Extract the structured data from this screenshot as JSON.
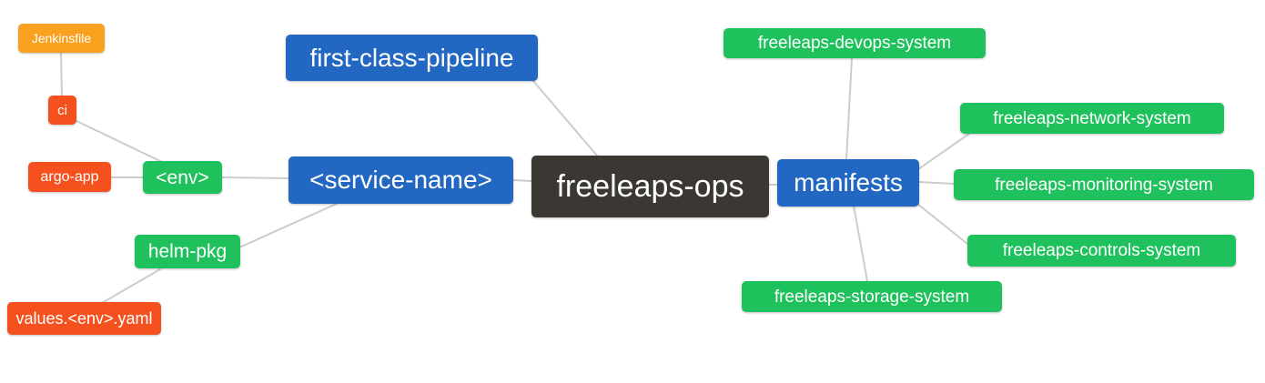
{
  "diagram": {
    "type": "mindmap",
    "root": {
      "label": "freeleaps-ops"
    },
    "nodes": {
      "jenkinsfile": {
        "label": "Jenkinsfile",
        "color": "#f9a11e"
      },
      "ci": {
        "label": "ci",
        "color": "#f4511e"
      },
      "argo_app": {
        "label": "argo-app",
        "color": "#f4511e"
      },
      "env": {
        "label": "<env>",
        "color": "#1fc15c"
      },
      "helm_pkg": {
        "label": "helm-pkg",
        "color": "#1fc15c"
      },
      "values_env_yaml": {
        "label": "values.<env>.yaml",
        "color": "#f4511e"
      },
      "first_class_pipeline": {
        "label": "first-class-pipeline",
        "color": "#2267c2"
      },
      "service_name": {
        "label": "<service-name>",
        "color": "#2267c2"
      },
      "freeleaps_ops": {
        "label": "freeleaps-ops",
        "color": "#3b3733"
      },
      "manifests": {
        "label": "manifests",
        "color": "#2267c2"
      },
      "devops_system": {
        "label": "freeleaps-devops-system",
        "color": "#1fc15c"
      },
      "network_system": {
        "label": "freeleaps-network-system",
        "color": "#1fc15c"
      },
      "monitoring_system": {
        "label": "freeleaps-monitoring-system",
        "color": "#1fc15c"
      },
      "controls_system": {
        "label": "freeleaps-controls-system",
        "color": "#1fc15c"
      },
      "storage_system": {
        "label": "freeleaps-storage-system",
        "color": "#1fc15c"
      }
    },
    "edges": [
      {
        "from": "jenkinsfile",
        "to": "ci"
      },
      {
        "from": "ci",
        "to": "env"
      },
      {
        "from": "argo_app",
        "to": "env"
      },
      {
        "from": "env",
        "to": "service_name"
      },
      {
        "from": "helm_pkg",
        "to": "service_name"
      },
      {
        "from": "values_env_yaml",
        "to": "helm_pkg"
      },
      {
        "from": "first_class_pipeline",
        "to": "freeleaps_ops"
      },
      {
        "from": "service_name",
        "to": "freeleaps_ops"
      },
      {
        "from": "freeleaps_ops",
        "to": "manifests"
      },
      {
        "from": "manifests",
        "to": "devops_system"
      },
      {
        "from": "manifests",
        "to": "network_system"
      },
      {
        "from": "manifests",
        "to": "monitoring_system"
      },
      {
        "from": "manifests",
        "to": "controls_system"
      },
      {
        "from": "manifests",
        "to": "storage_system"
      }
    ],
    "colors": {
      "branch_blue": "#2267c2",
      "leaf_green": "#1fc15c",
      "leaf_red": "#f4511e",
      "leaf_orange": "#f9a11e",
      "root_dark": "#3b3733",
      "edge_gray": "#cccccc",
      "text": "#ffffff",
      "background": "#ffffff"
    }
  }
}
